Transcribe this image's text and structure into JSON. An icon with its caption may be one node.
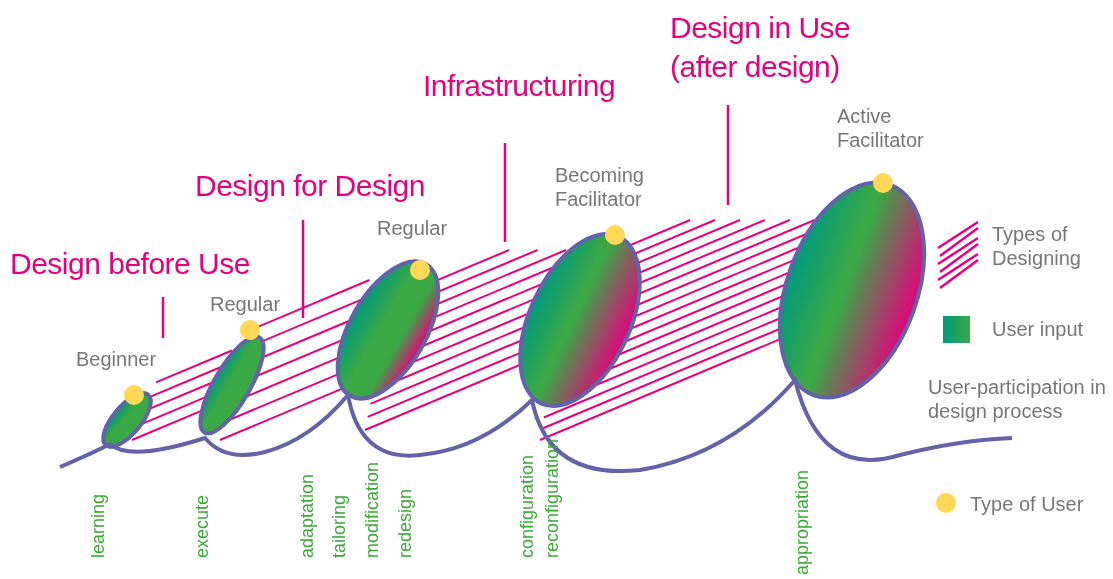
{
  "diagram": {
    "labels": [
      "Design in Use (after design)",
      "Infrastructuring",
      "Design for Design",
      "Design before Use",
      "Active Facilitator",
      "Becoming Facilitator",
      "Regular",
      "Regular",
      "Beginner",
      "learning",
      "execute",
      "adaptation",
      "tailoring",
      "modification",
      "redesign",
      "configuration",
      "reconfiguration",
      "appropriation"
    ],
    "legend": [
      {
        "text": "Types of Designing"
      },
      {
        "text": "User input",
        "color": "#3aa845"
      },
      {
        "text": "User-participation in design process"
      },
      {
        "text": "Type of User",
        "color": "#ffd955"
      }
    ]
  }
}
